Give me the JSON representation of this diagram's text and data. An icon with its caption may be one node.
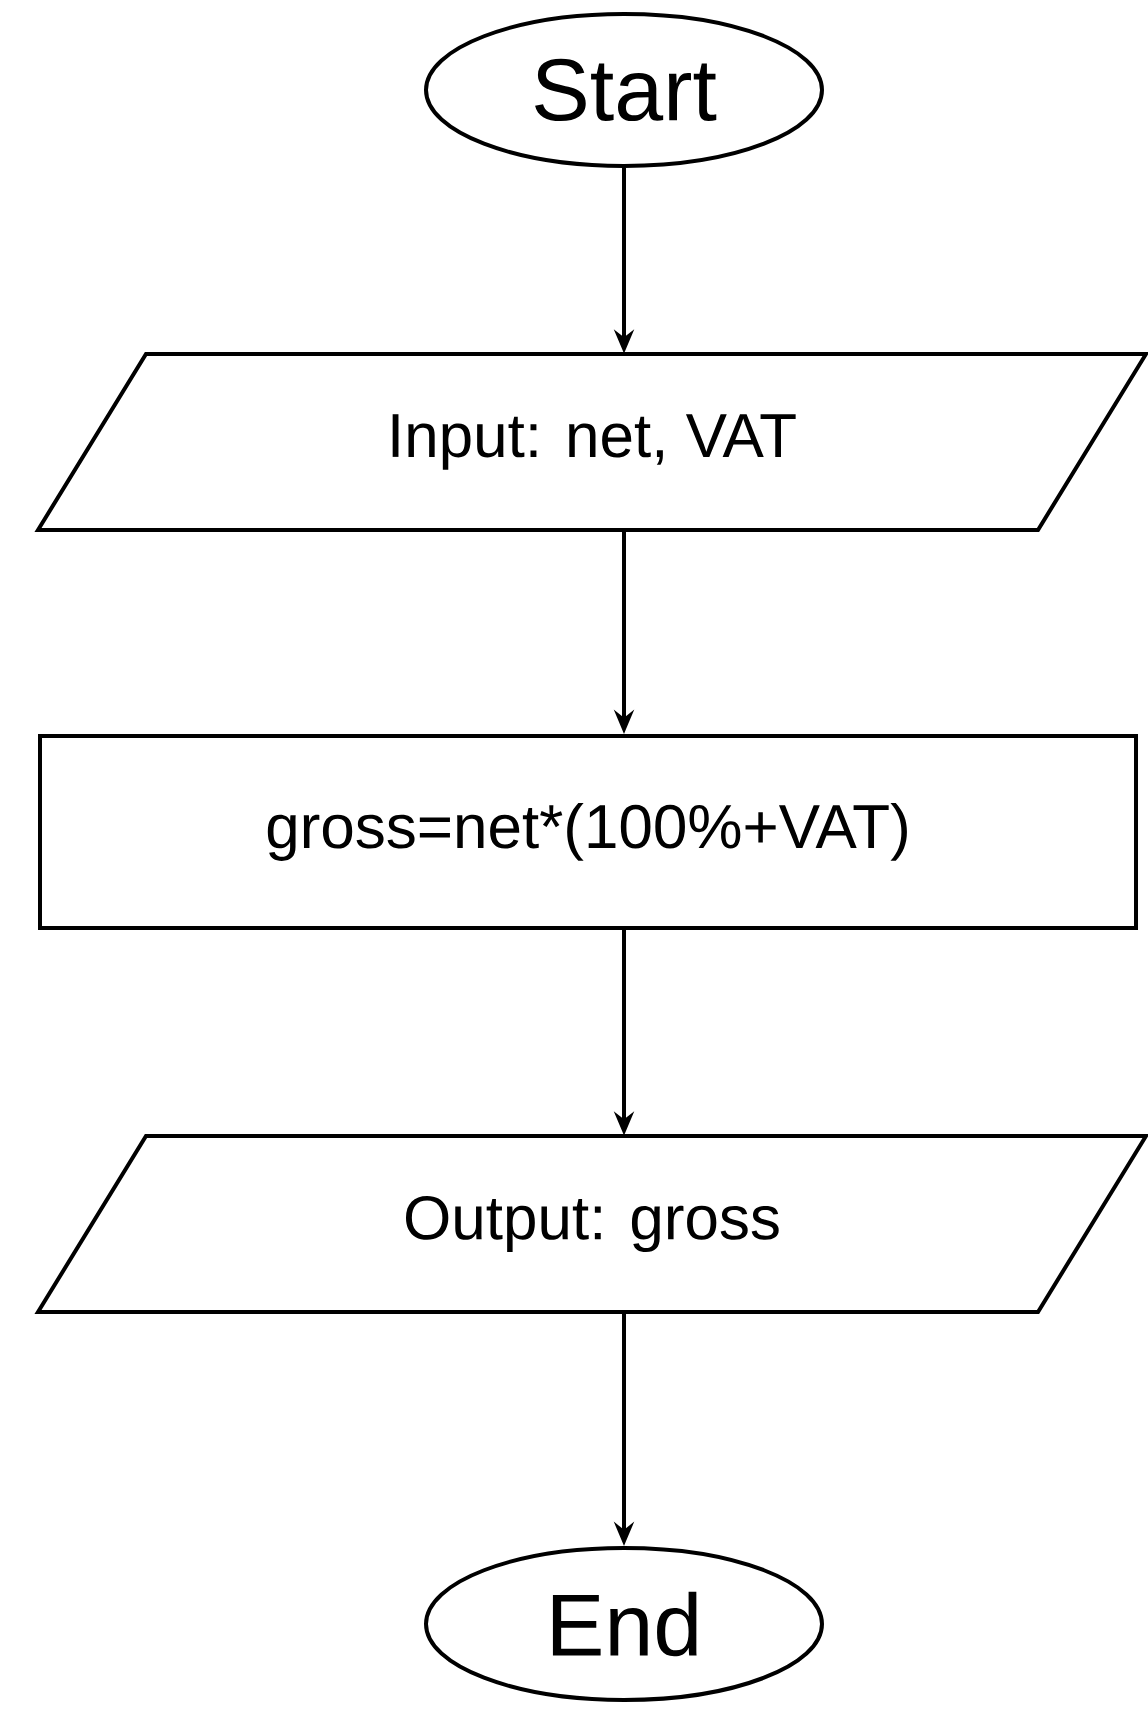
{
  "diagram": {
    "nodes": [
      {
        "text": [
          "Start"
        ]
      },
      {
        "text": [
          "Input: net, VAT"
        ]
      },
      {
        "text": [
          "gross=net*(100%+VAT)"
        ]
      },
      {
        "text": [
          "Output: gross"
        ]
      },
      {
        "text": [
          "End"
        ]
      }
    ],
    "edges": [
      {
        "from": 0,
        "to": 1,
        "arrow": "to"
      },
      {
        "from": 1,
        "to": 2,
        "arrow": "to"
      },
      {
        "from": 2,
        "to": 3,
        "arrow": "to"
      },
      {
        "from": 3,
        "to": 4,
        "arrow": "to"
      }
    ]
  }
}
